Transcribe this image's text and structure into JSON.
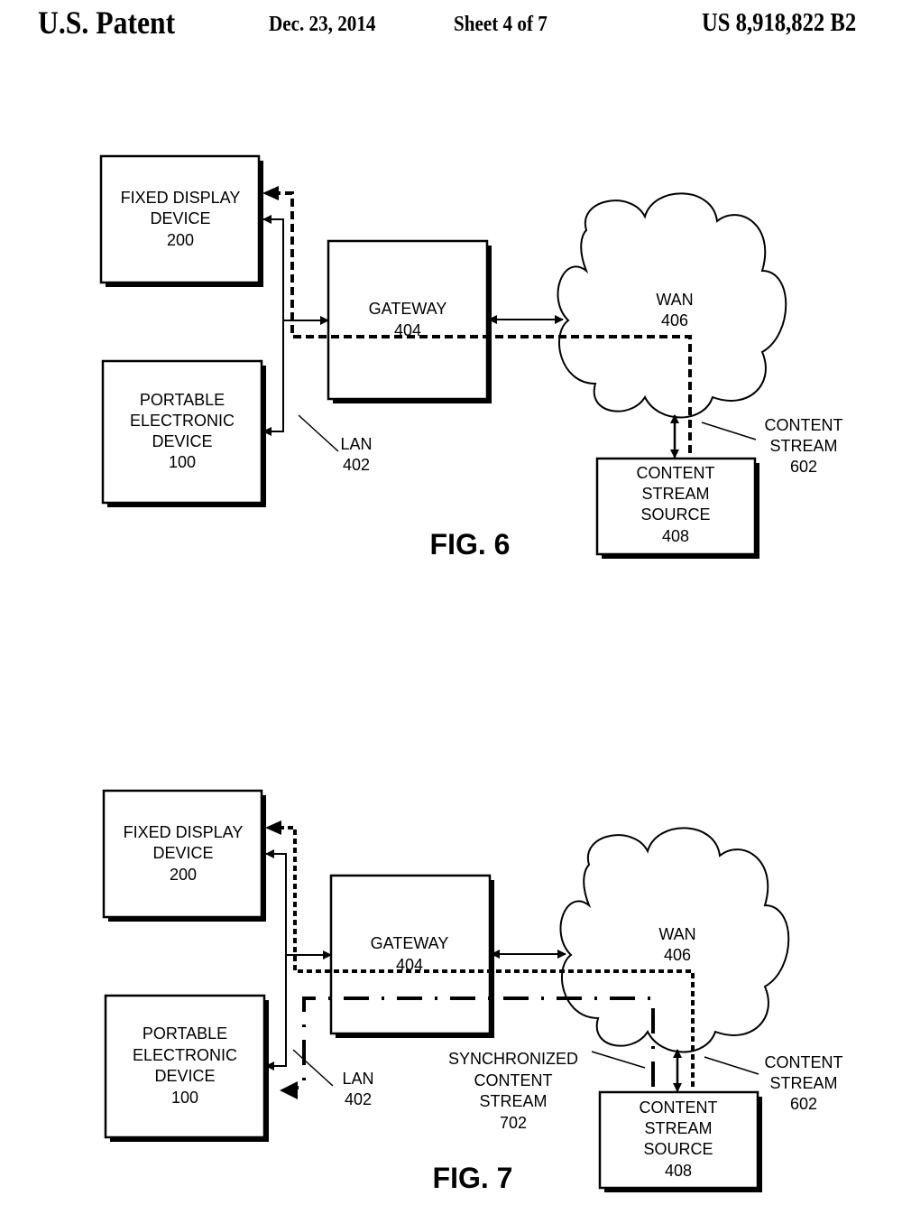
{
  "header": {
    "title": "U.S. Patent",
    "date": "Dec. 23, 2014",
    "sheet": "Sheet 4 of 7",
    "patent_number": "US 8,918,822 B2"
  },
  "fig6": {
    "caption": "FIG. 6",
    "fixed_display": [
      "FIXED DISPLAY",
      "DEVICE",
      "200"
    ],
    "portable": [
      "PORTABLE",
      "ELECTRONIC",
      "DEVICE",
      "100"
    ],
    "gateway": [
      "GATEWAY",
      "404"
    ],
    "wan": [
      "WAN",
      "406"
    ],
    "source": [
      "CONTENT",
      "STREAM",
      "SOURCE",
      "408"
    ],
    "lan": [
      "LAN",
      "402"
    ],
    "content_stream": [
      "CONTENT",
      "STREAM",
      "602"
    ]
  },
  "fig7": {
    "caption": "FIG. 7",
    "fixed_display": [
      "FIXED DISPLAY",
      "DEVICE",
      "200"
    ],
    "portable": [
      "PORTABLE",
      "ELECTRONIC",
      "DEVICE",
      "100"
    ],
    "gateway": [
      "GATEWAY",
      "404"
    ],
    "wan": [
      "WAN",
      "406"
    ],
    "source": [
      "CONTENT",
      "STREAM",
      "SOURCE",
      "408"
    ],
    "lan": [
      "LAN",
      "402"
    ],
    "content_stream": [
      "CONTENT",
      "STREAM",
      "602"
    ],
    "sync_stream": [
      "SYNCHRONIZED",
      "CONTENT",
      "STREAM",
      "702"
    ]
  }
}
